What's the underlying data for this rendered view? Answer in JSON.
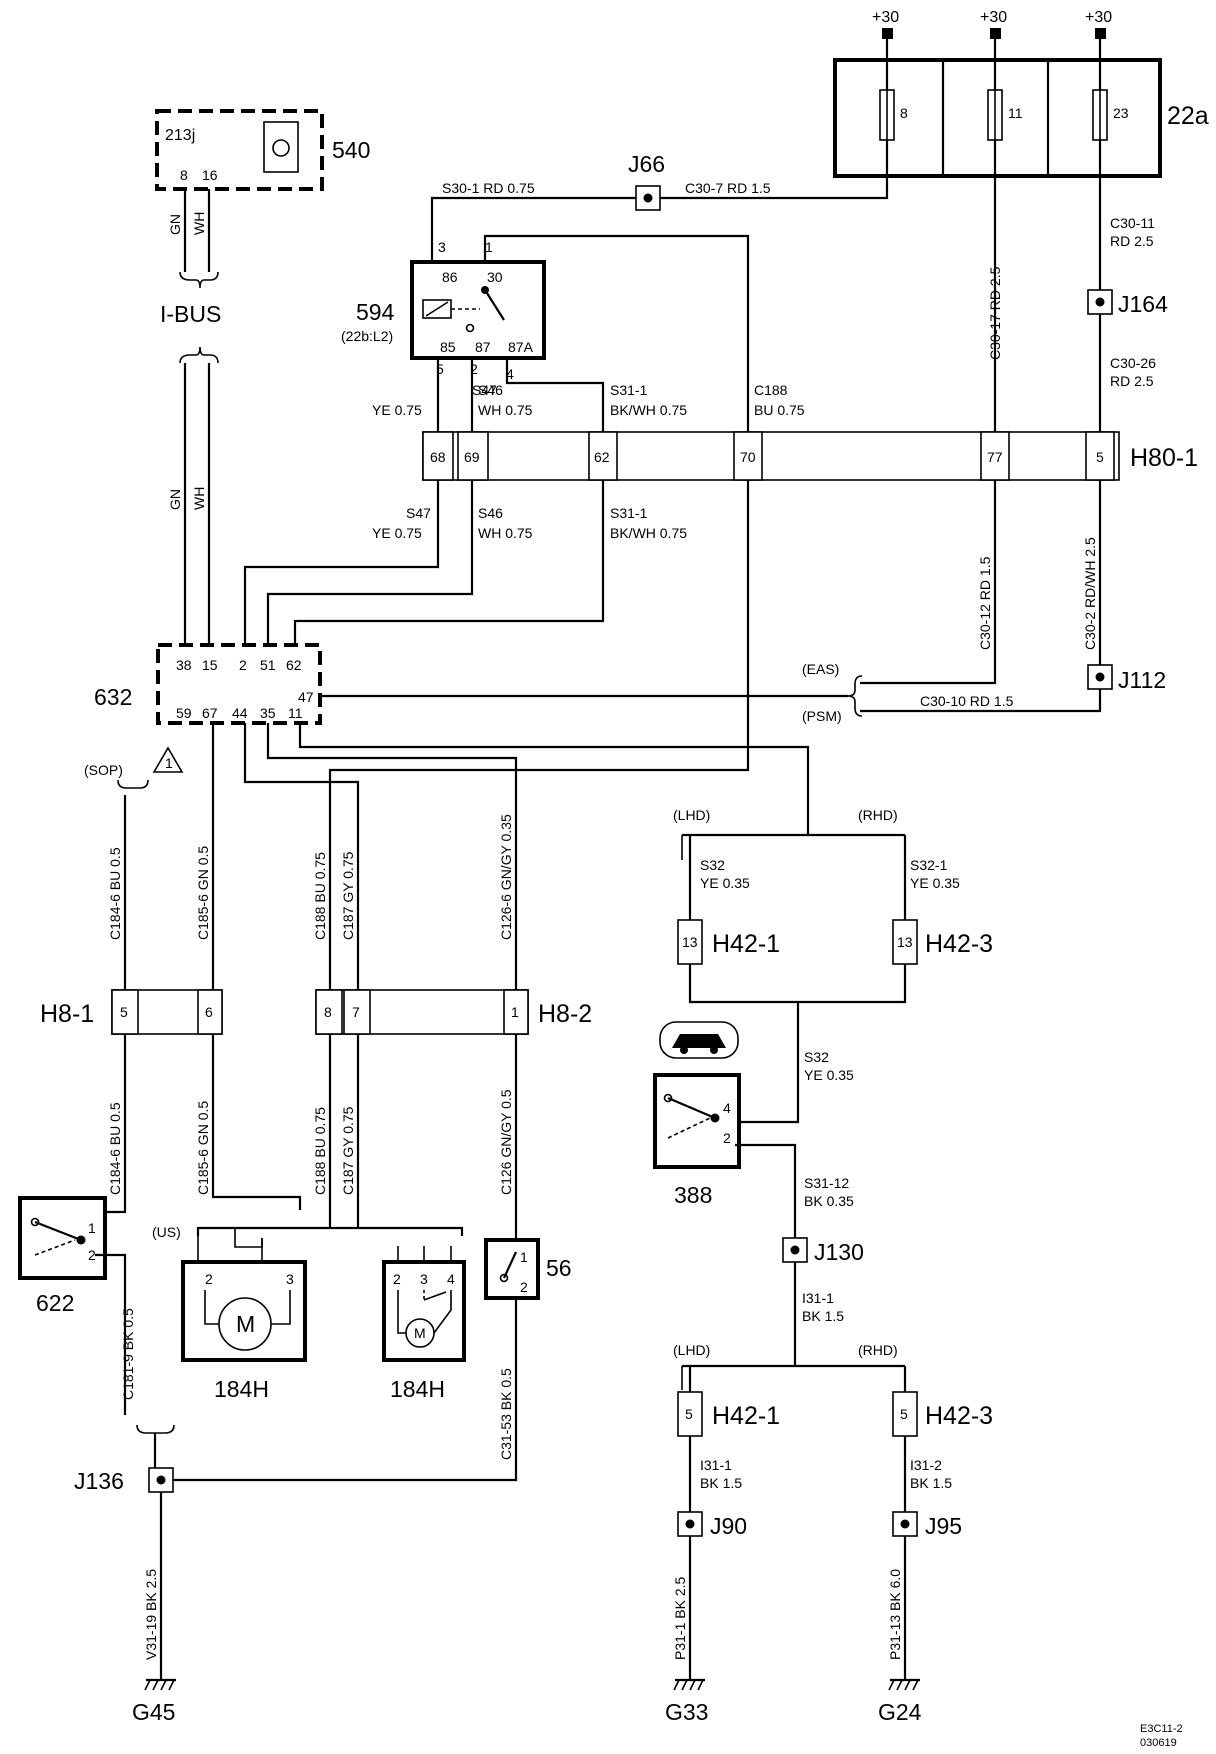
{
  "supply": {
    "plus30": "+30"
  },
  "fusebox": {
    "id": "22a",
    "fuses": [
      "8",
      "11",
      "23"
    ]
  },
  "junctions": {
    "j66": "J66",
    "j164": "J164",
    "j112": "J112",
    "j136": "J136",
    "j130": "J130",
    "j90": "J90",
    "j95": "J95"
  },
  "components": {
    "c540": "540",
    "c540_sub": "213j",
    "c540_pins": [
      "8",
      "16"
    ],
    "ibus": "I-BUS",
    "c594": "594",
    "c594_ref": "(22b:L2)",
    "c594_pins": {
      "p3": "3",
      "p1": "1",
      "p86": "86",
      "p30": "30",
      "p85": "85",
      "p87": "87",
      "p87a": "87A",
      "p5": "5",
      "p2": "2",
      "p4": "4"
    },
    "c632": "632",
    "c632_top": [
      "38",
      "15",
      "2",
      "51",
      "62"
    ],
    "c632_pin47": "47",
    "c632_bottom": [
      "59",
      "67",
      "44",
      "35",
      "11"
    ],
    "c622": "622",
    "c622_pins": [
      "1",
      "2"
    ],
    "c184h": "184H",
    "motor": "M",
    "c184h_a_pins": [
      "2",
      "3"
    ],
    "c184h_b_pins": [
      "2",
      "3",
      "4"
    ],
    "c56": "56",
    "c56_pins": [
      "1",
      "2"
    ],
    "c388": "388",
    "c388_pins": [
      "4",
      "2"
    ]
  },
  "connectors": {
    "h80_1": "H80-1",
    "h80_pins": [
      "68",
      "69",
      "62",
      "70",
      "77",
      "5"
    ],
    "h8_1": "H8-1",
    "h8_1_pins": [
      "5",
      "6"
    ],
    "h8_2": "H8-2",
    "h8_2_pins": [
      "8",
      "7",
      "1"
    ],
    "h42_1": "H42-1",
    "h42_3": "H42-3",
    "h42_upper_pin": "13",
    "h42_lower_pin": "5"
  },
  "grounds": {
    "g45": "G45",
    "g33": "G33",
    "g24": "G24"
  },
  "tags": {
    "lhd": "(LHD)",
    "rhd": "(RHD)",
    "eas": "(EAS)",
    "psm": "(PSM)",
    "sop": "(SOP)",
    "us": "(US)",
    "warn": "1"
  },
  "wires": {
    "s30_1": "S30-1  RD  0.75",
    "c30_7": "C30-7  RD  1.5",
    "c30_17": "C30-17   RD   2.5",
    "c30_11": "C30-11",
    "c30_11b": "RD  2.5",
    "c30_26": "C30-26",
    "c30_26b": "RD  2.5",
    "s47_name": "S47",
    "s47_spec": "YE  0.75",
    "s46_name": "S46",
    "s46_spec": "WH  0.75",
    "s31_1_name": "S31-1",
    "s31_1_spec": "BK/WH  0.75",
    "c188_name": "C188",
    "c188_spec": "BU  0.75",
    "s46_spec_b": "WH   0.75",
    "c30_12": "C30-12    RD    1.5",
    "c30_2": "C30-2    RD/WH    2.5",
    "c30_10": "C30-10  RD    1.5",
    "gn": "GN",
    "wh": "WH",
    "c184_6_up": "C184-6   BU   0.5",
    "c185_6_up": "C185-6   GN   0.5",
    "c188_up": "C188  BU  0.75",
    "c187_up": "C187  GY  0.75",
    "c126_6_up": "C126-6   GN/GY   0.35",
    "c184_6_dn": "C184-6   BU   0.5",
    "c185_6_dn": "C185-6   GN   0.5",
    "c188_dn": "C188  BU  0.75",
    "c187_dn": "C187  GY  0.75",
    "c126_dn": "C126   GN/GY   0.5",
    "c181_9": "C181-9   BK  0.5",
    "c31_53": "C31-53   BK     0.5",
    "v31_19": "V31-19  BK    2.5",
    "s32_name": "S32",
    "s32_spec": "YE  0.35",
    "s32_1_name": "S32-1",
    "s32_1_spec": "YE  0.35",
    "s32_mid_name": "S32",
    "s32_mid_spec": "YE  0.35",
    "s31_12_name": "S31-12",
    "s31_12_spec": "BK  0.35",
    "i31_1a_name": "I31-1",
    "i31_1a_spec": "BK  1.5",
    "i31_1b_name": "I31-1",
    "i31_1b_spec": "BK  1.5",
    "i31_2_name": "I31-2",
    "i31_2_spec": "BK  1.5",
    "p31_1": "P31-1   BK   2.5",
    "p31_13": "P31-13  BK   6.0"
  },
  "footer": {
    "code": "E3C11-2",
    "date": "030619"
  }
}
